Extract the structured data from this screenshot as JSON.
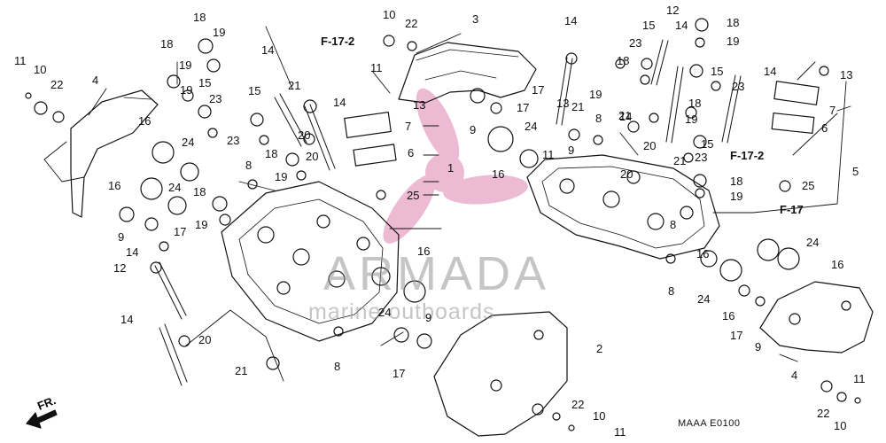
{
  "diagram": {
    "catalog_code": "MAAA E0100",
    "front_marker": "FR.",
    "watermark": {
      "brand": "ARMADA",
      "tagline": "marine outboards",
      "logo_color": "#e7a3c6"
    },
    "refs": {
      "f172_a": "F-17-2",
      "f172_b": "F-17-2",
      "f17": "F-17"
    },
    "callouts": [
      "1",
      "2",
      "3",
      "4",
      "4",
      "5",
      "6",
      "6",
      "7",
      "7",
      "8",
      "8",
      "8",
      "8",
      "8",
      "9",
      "9",
      "9",
      "9",
      "9",
      "10",
      "10",
      "10",
      "10",
      "11",
      "11",
      "11",
      "11",
      "11",
      "12",
      "12",
      "13",
      "13",
      "13",
      "14",
      "14",
      "14",
      "14",
      "14",
      "14",
      "14",
      "14",
      "15",
      "15",
      "15",
      "15",
      "15",
      "16",
      "16",
      "16",
      "16",
      "16",
      "16",
      "16",
      "17",
      "17",
      "17",
      "17",
      "17",
      "18",
      "18",
      "18",
      "18",
      "18",
      "18",
      "18",
      "18",
      "19",
      "19",
      "19",
      "19",
      "19",
      "19",
      "19",
      "19",
      "19",
      "20",
      "20",
      "20",
      "20",
      "20",
      "21",
      "21",
      "21",
      "21",
      "21",
      "22",
      "22",
      "22",
      "22",
      "23",
      "23",
      "23",
      "23",
      "23",
      "24",
      "24",
      "24",
      "24",
      "24",
      "24",
      "25",
      "25"
    ]
  }
}
